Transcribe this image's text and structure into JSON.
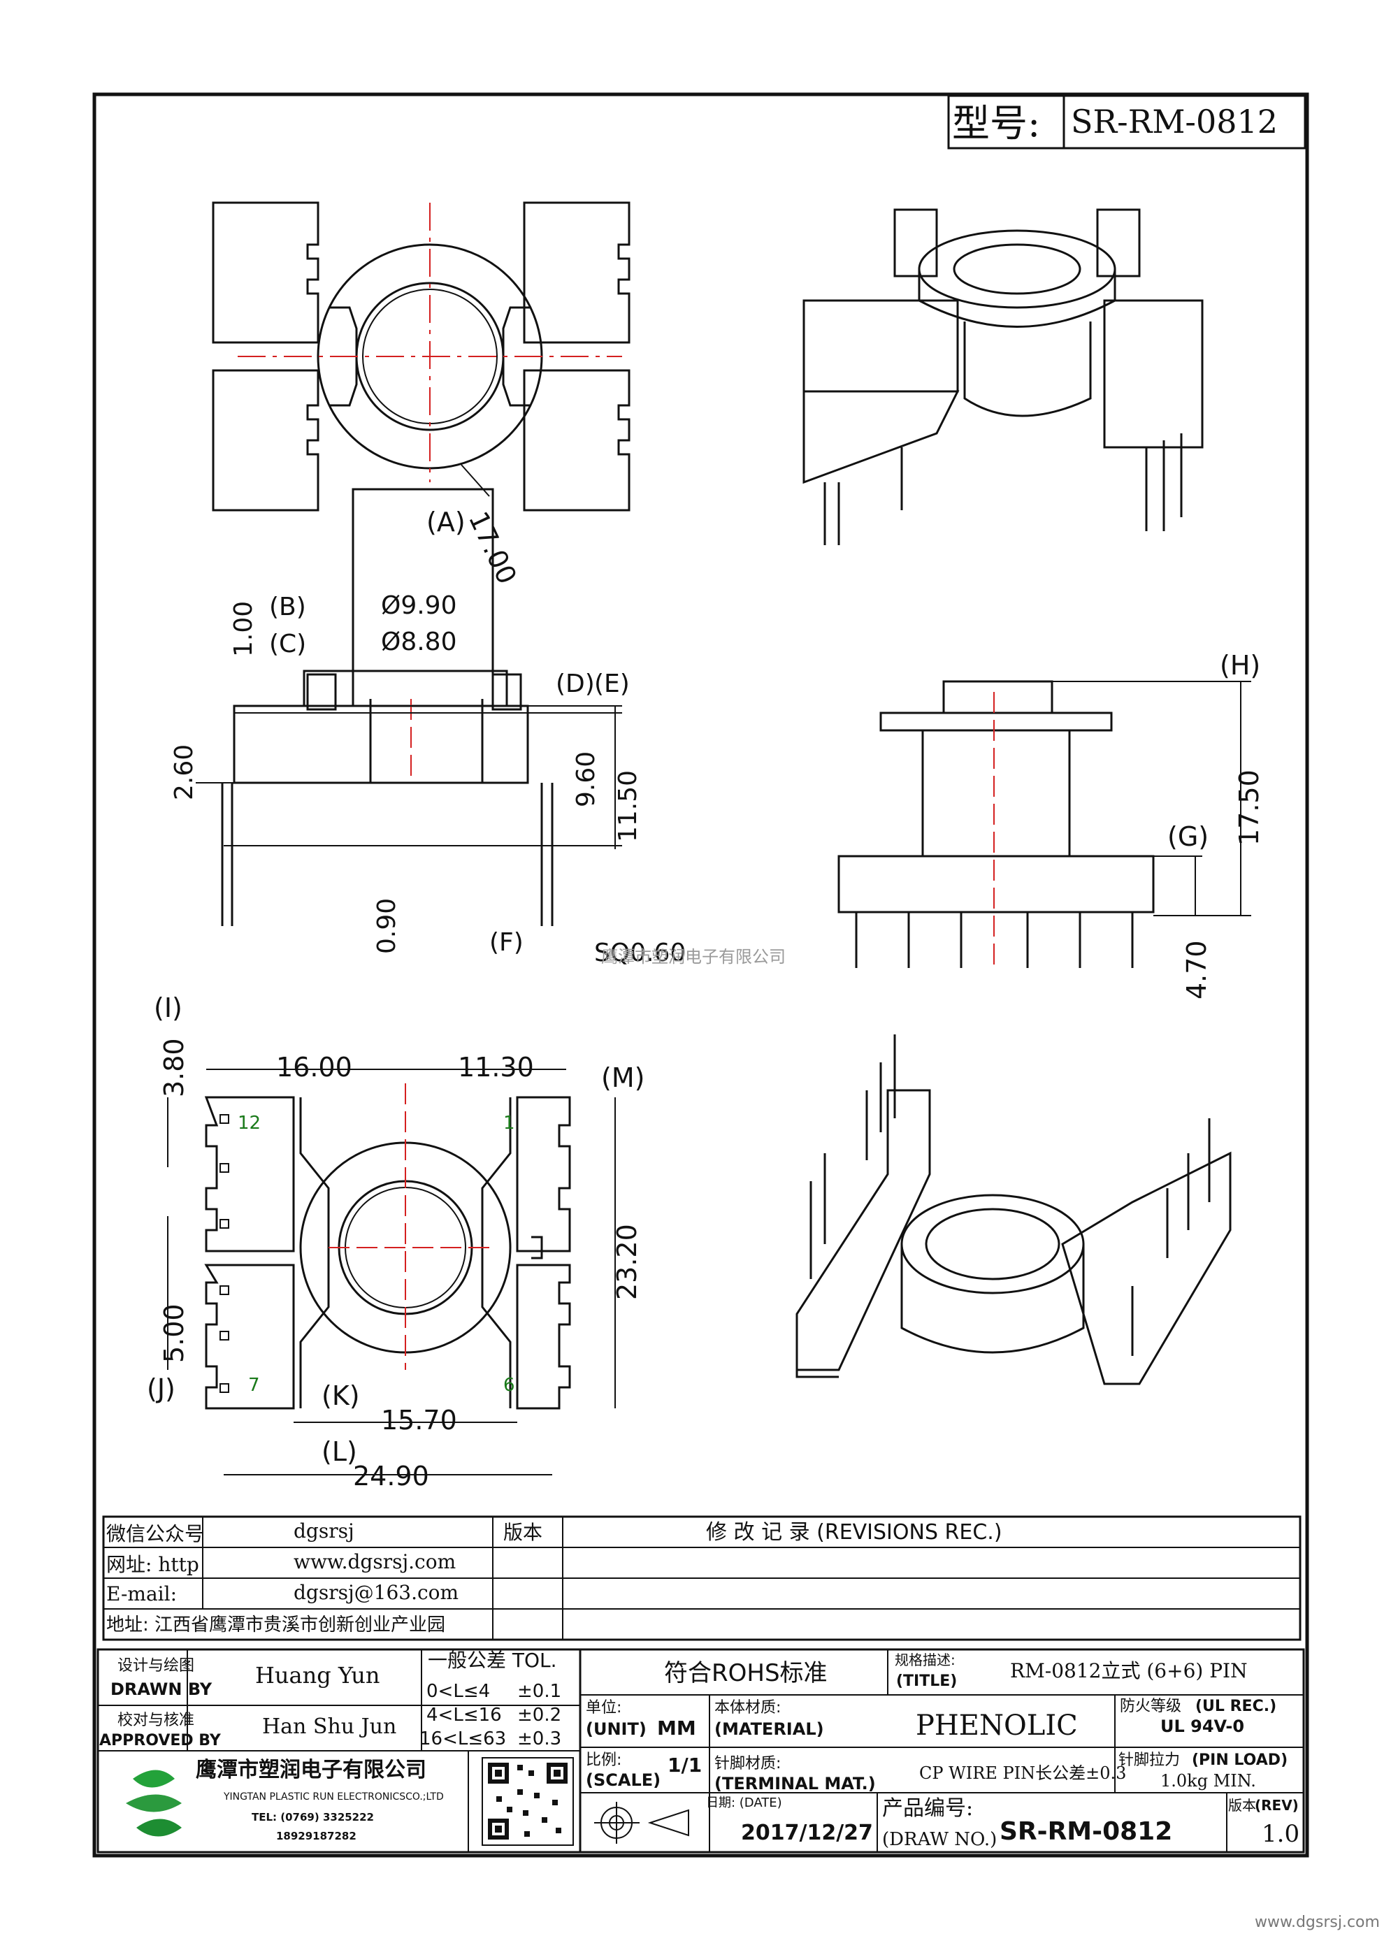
{
  "model": {
    "label": "型号:",
    "value": "SR-RM-0812"
  },
  "dims": {
    "A": "(A)",
    "A_val": "17.00",
    "B": "(B)",
    "B_val": "Ø9.90",
    "B_side": "1.00",
    "C": "(C)",
    "C_val": "Ø8.80",
    "D": "(D)",
    "E": "(E)",
    "h_2_60": "2.60",
    "h_9_60": "9.60",
    "h_11_50": "11.50",
    "h_0_90": "0.90",
    "F": "(F)",
    "F_val": "SQ0.60",
    "H": "(H)",
    "H_val": "17.50",
    "G": "(G)",
    "G_val": "4.70",
    "I": "(I)",
    "I_val": "3.80",
    "w_16": "16.00",
    "w_11_30": "11.30",
    "M": "(M)",
    "M_val": "23.20",
    "J": "(J)",
    "J_val": "5.00",
    "K": "(K)",
    "K_val": "15.70",
    "L": "(L)",
    "L_val": "24.90",
    "pin12": "12",
    "pin1": "1",
    "pin7": "7",
    "pin6": "6"
  },
  "watermark": "鹰潭市塑润电子有限公司",
  "info": {
    "wechat_label": "微信公众号",
    "wechat": "dgsrsj",
    "web_label": "网址: http",
    "web": "www.dgsrsj.com",
    "email_label": "E-mail:",
    "email": "dgsrsj@163.com",
    "addr": "地址: 江西省鹰潭市贵溪市创新创业产业园",
    "version_head": "版本",
    "revisions_head": "修 改 记 录  (REVISIONS REC.)"
  },
  "title_block": {
    "design_cn": "设计与绘图",
    "design_en": "DRAWN BY",
    "designer": "Huang  Yun",
    "approve_cn": "校对与核准",
    "approve_en": "APPROVED BY",
    "approver": "Han Shu Jun",
    "tol_head": "一般公差  TOL.",
    "tol1_r": "0<L≤4",
    "tol1_v": "±0.1",
    "tol2_r": "4<L≤16",
    "tol2_v": "±0.2",
    "tol3_r": "16<L≤63",
    "tol3_v": "±0.3",
    "rohs": "符合ROHS标准",
    "spec_cn": "规格描述:",
    "spec_en": "(TITLE)",
    "spec": "RM-0812立式 (6+6) PIN",
    "unit_cn": "单位:",
    "unit_en": "(UNIT)",
    "unit": "MM",
    "material_cn": "本体材质:",
    "material_en": "(MATERIAL)",
    "material": "PHENOLIC",
    "fire_cn": "防火等级",
    "fire_en": "(UL REC.)",
    "fire": "UL 94V-0",
    "scale_cn": "比例:",
    "scale_en": "(SCALE)",
    "scale": "1/1",
    "term_cn": "针脚材质:",
    "term_en": "(TERMINAL MAT.)",
    "term": "CP WIRE  PIN长公差±0.3",
    "pinload_cn": "针脚拉力",
    "pinload_en": "(PIN LOAD)",
    "pinload": "1.0kg MIN.",
    "date_cn": "日期: (DATE)",
    "date": "2017/12/27",
    "drawno_cn": "产品编号:",
    "drawno_en": "(DRAW NO.)",
    "drawno": "SR-RM-0812",
    "rev_cn": "版本",
    "rev_en": "(REV)",
    "rev": "1.0"
  },
  "company": {
    "name": "鹰潭市塑润电子有限公司",
    "name_en": "YINGTAN PLASTIC RUN ELECTRONICSCO.;LTD",
    "tel": "TEL: (0769) 3325222",
    "mobile": "18929187282"
  },
  "footer_url": "www.dgsrsj.com"
}
